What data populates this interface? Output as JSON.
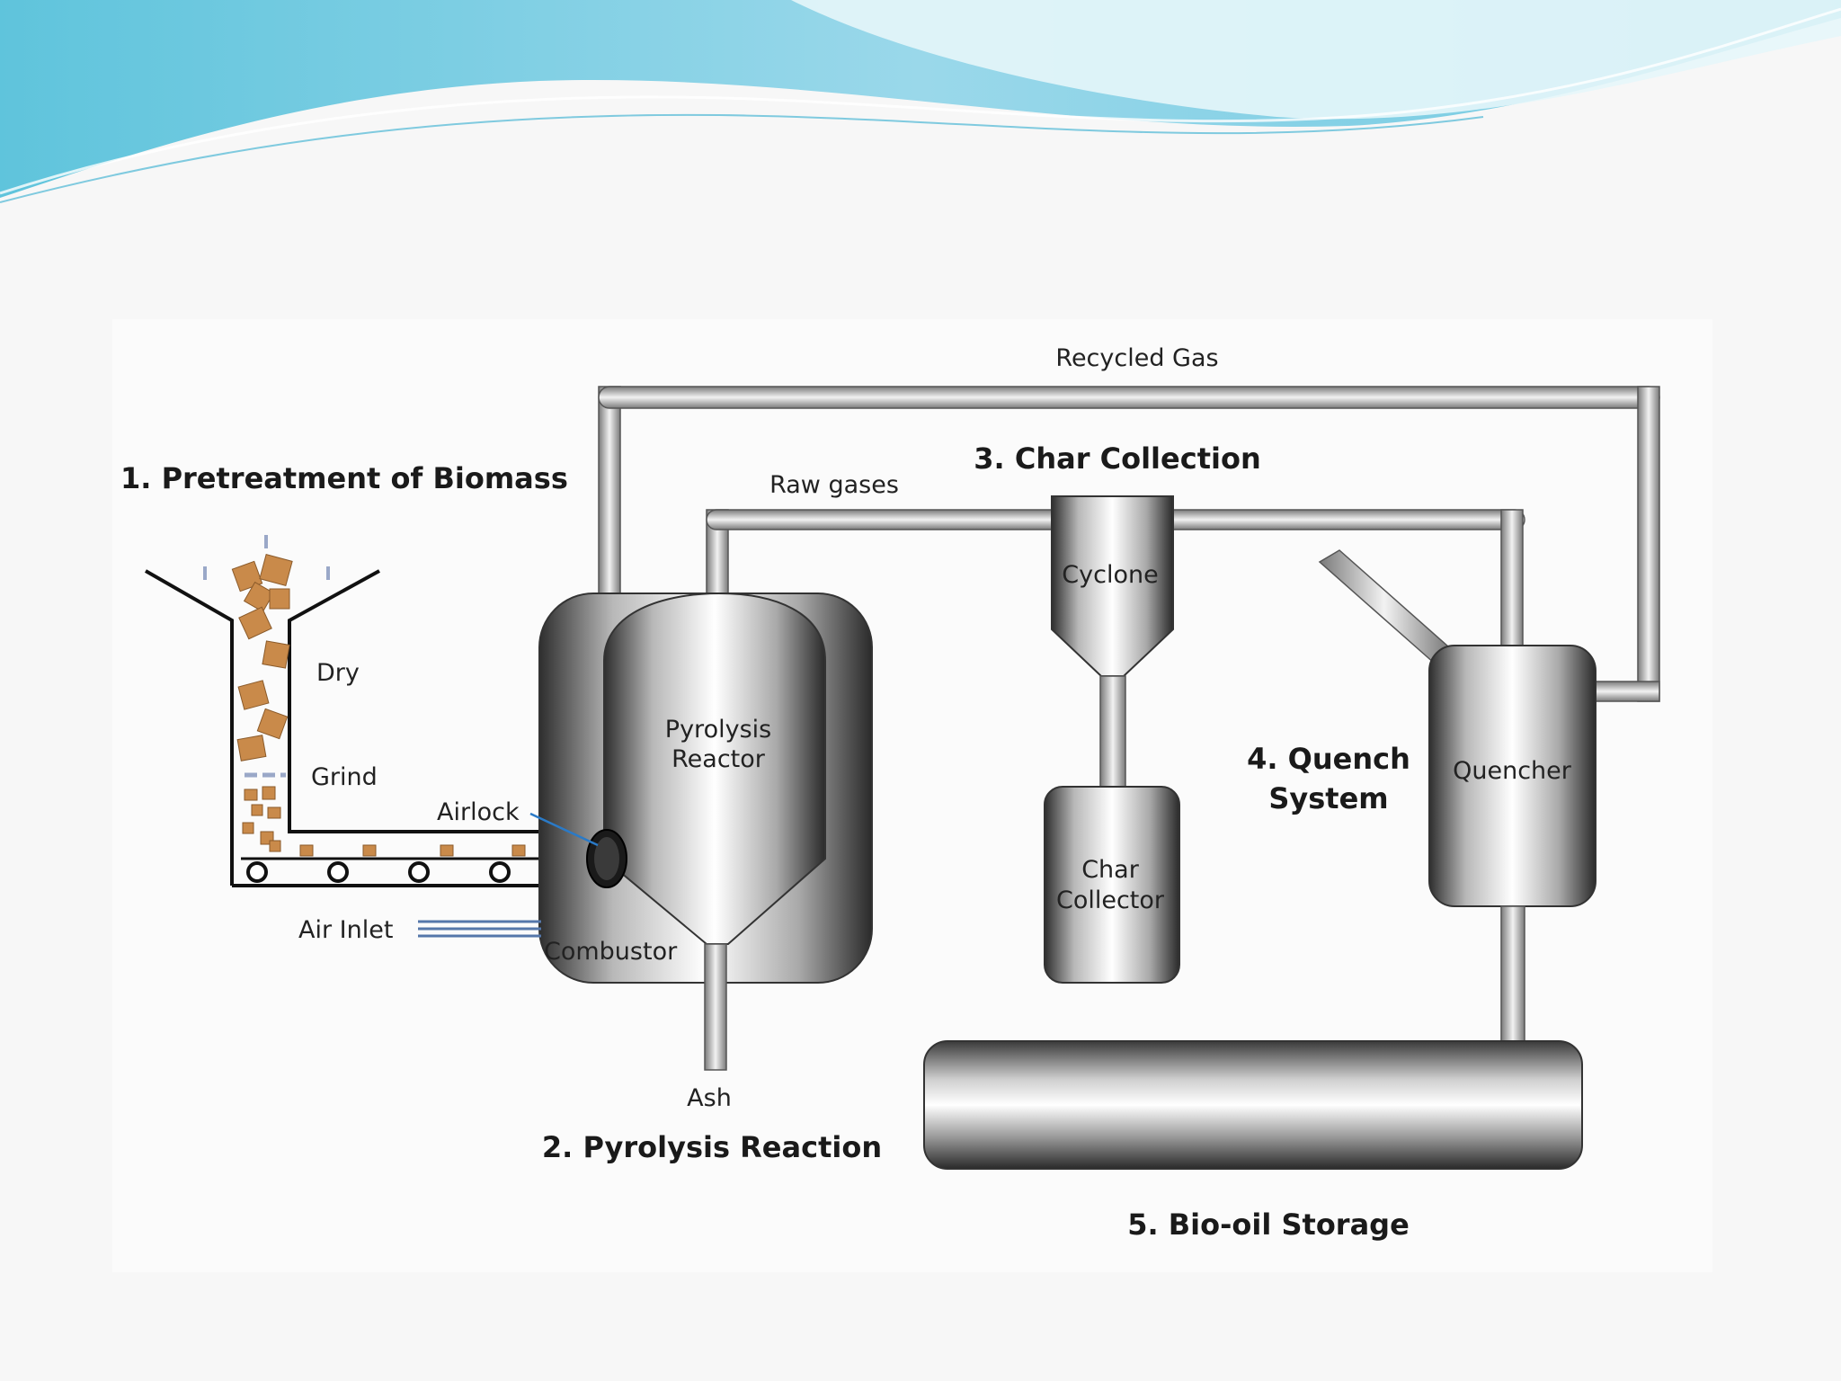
{
  "labels": {
    "recycled_gas": "Recycled Gas",
    "raw_gases": "Raw gases",
    "dry": "Dry",
    "grind": "Grind",
    "airlock": "Airlock",
    "air_inlet": "Air Inlet",
    "combustor": "Combustor",
    "ash": "Ash",
    "cyclone": "Cyclone",
    "char_line1": "Char",
    "char_line2": "Collector",
    "reactor_line1": "Pyrolysis",
    "reactor_line2": "Reactor",
    "quencher": "Quencher"
  },
  "headings": {
    "step1": "1. Pretreatment of Biomass",
    "step2": "2. Pyrolysis Reaction",
    "step3": "3. Char Collection",
    "step4_line1": "4. Quench",
    "step4_line2": "System",
    "step5": "5. Bio-oil Storage"
  },
  "colors": {
    "banner_light": "#d8f3f8",
    "banner_dark": "#6fc6de",
    "biomass": "#c98a4a"
  }
}
